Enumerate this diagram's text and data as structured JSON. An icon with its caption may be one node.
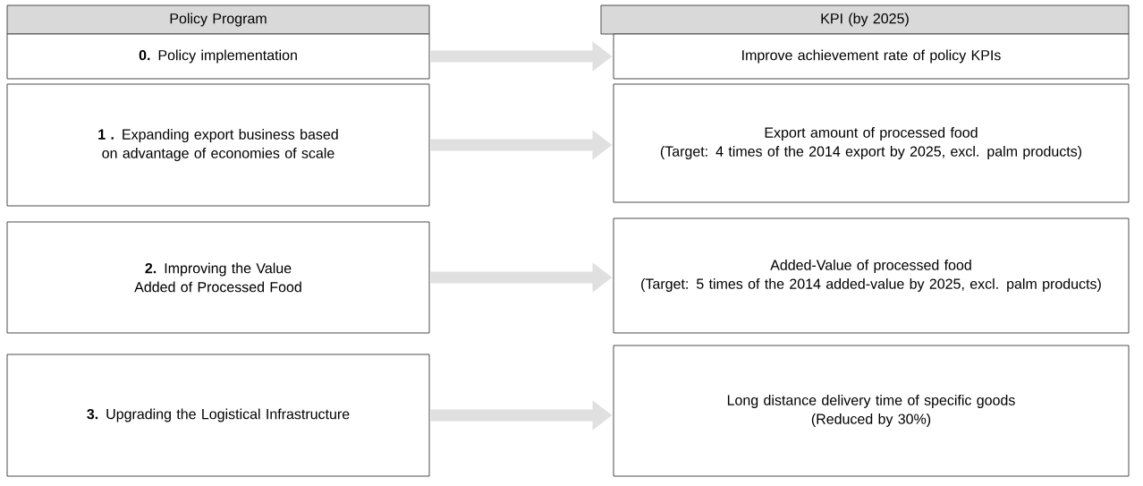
{
  "diagram": {
    "nodes": [
      {
        "text": [
          "Policy Program"
        ]
      },
      {
        "text": [
          "KPI (by 2025)"
        ]
      },
      {
        "text": [
          "**0.** Policy implementation"
        ]
      },
      {
        "text": [
          "Improve achievement rate of policy KPIs"
        ]
      },
      {
        "text": [
          "**1 .** Expanding export business based on advantage of economies of scale"
        ]
      },
      {
        "text": [
          "Export amount of processed food",
          "(Target: 4 times of the 2014 export by 2025, excl. palm products)"
        ]
      },
      {
        "text": [
          "**2.** Improving the Value Added of Processed Food"
        ]
      },
      {
        "text": [
          "Added-Value of processed food",
          "(Target: 5 times of the 2014 added-value by 2025, excl. palm products)"
        ]
      },
      {
        "text": [
          "**3.** Upgrading the Logistical Infrastructure"
        ]
      },
      {
        "text": [
          "Long distance delivery time of specific goods",
          "(Reduced by 30%)"
        ]
      }
    ],
    "edges": [
      {
        "from": 2,
        "to": 3,
        "arrow": "to"
      },
      {
        "from": 4,
        "to": 5,
        "arrow": "to"
      },
      {
        "from": 6,
        "to": 7,
        "arrow": "to"
      },
      {
        "from": 8,
        "to": 9,
        "arrow": "to"
      }
    ]
  }
}
